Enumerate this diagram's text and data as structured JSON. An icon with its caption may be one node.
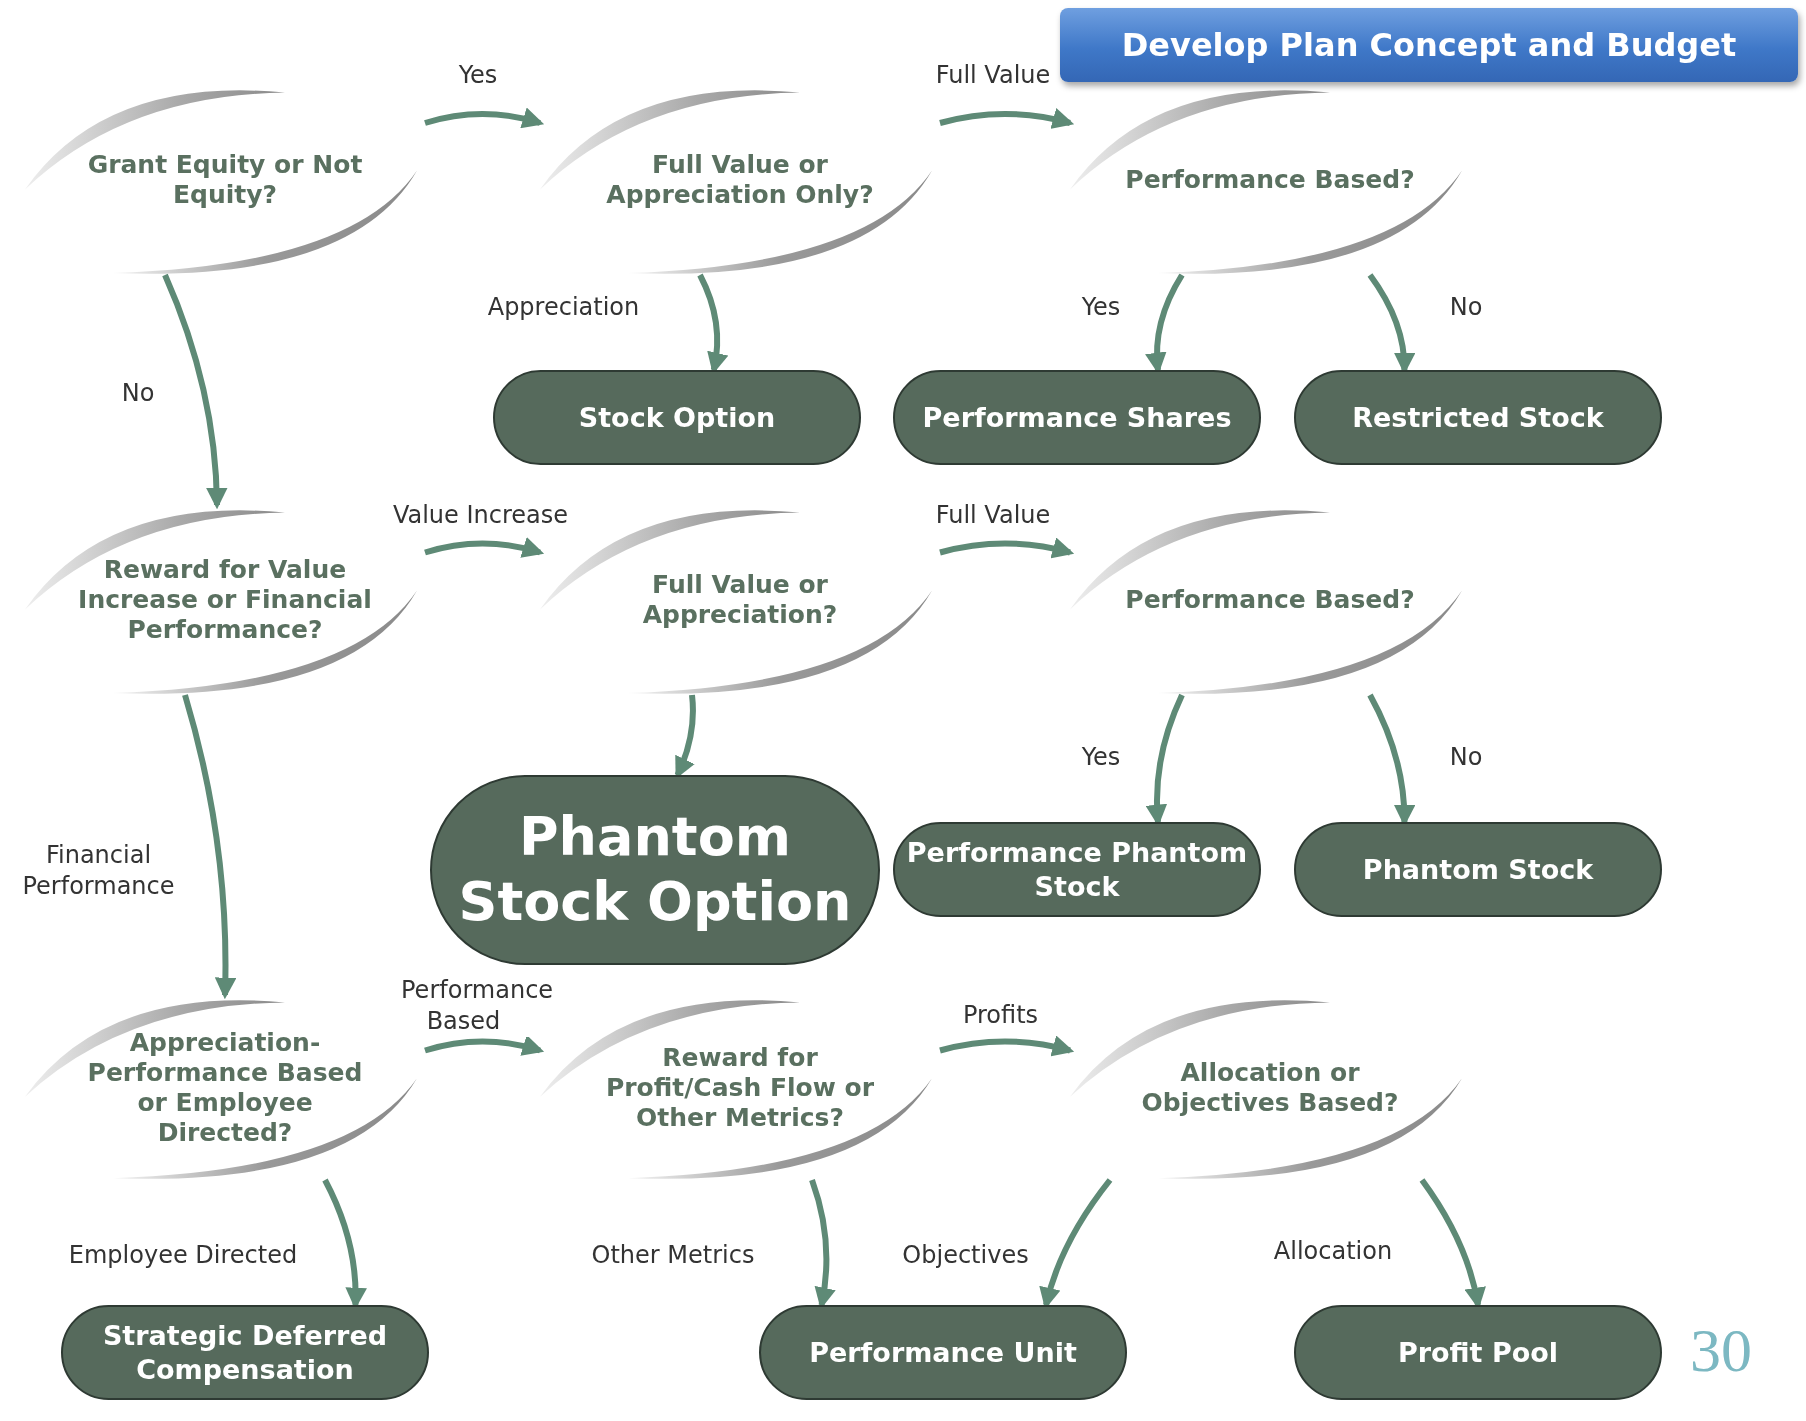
{
  "diagram": {
    "title": "Develop Plan Concept and Budget",
    "nodes": [
      {
        "text": [
          "Grant Equity or Not Equity?"
        ]
      },
      {
        "text": [
          "Full Value or Appreciation Only?"
        ]
      },
      {
        "text": [
          "Performance Based?"
        ]
      },
      {
        "text": [
          "Stock Option"
        ]
      },
      {
        "text": [
          "Performance Shares"
        ]
      },
      {
        "text": [
          "Restricted Stock"
        ]
      },
      {
        "text": [
          "Reward for Value Increase or Financial Performance?"
        ]
      },
      {
        "text": [
          "Full Value or Appreciation?"
        ]
      },
      {
        "text": [
          "Performance Based?"
        ]
      },
      {
        "text": [
          "Phantom Stock Option"
        ]
      },
      {
        "text": [
          "Performance Phantom Stock"
        ]
      },
      {
        "text": [
          "Phantom Stock"
        ]
      },
      {
        "text": [
          "Appreciation-Performance Based or Employee Directed?"
        ]
      },
      {
        "text": [
          "Reward for Profit/Cash Flow or Other Metrics?"
        ]
      },
      {
        "text": [
          "Allocation or Objectives Based?"
        ]
      },
      {
        "text": [
          "Strategic Deferred Compensation"
        ]
      },
      {
        "text": [
          "Performance Unit"
        ]
      },
      {
        "text": [
          "Profit Pool"
        ]
      }
    ],
    "edges": [
      {
        "from": 0,
        "to": 1,
        "arrow": "to",
        "label": "Yes"
      },
      {
        "from": 1,
        "to": 2,
        "arrow": "to",
        "label": "Full Value"
      },
      {
        "from": 1,
        "to": 3,
        "arrow": "to",
        "label": "Appreciation"
      },
      {
        "from": 2,
        "to": 4,
        "arrow": "to",
        "label": "Yes"
      },
      {
        "from": 2,
        "to": 5,
        "arrow": "to",
        "label": "No"
      },
      {
        "from": 0,
        "to": 6,
        "arrow": "to",
        "label": "No"
      },
      {
        "from": 6,
        "to": 7,
        "arrow": "to",
        "label": "Value Increase"
      },
      {
        "from": 7,
        "to": 8,
        "arrow": "to",
        "label": "Full Value"
      },
      {
        "from": 7,
        "to": 9,
        "arrow": "to"
      },
      {
        "from": 8,
        "to": 10,
        "arrow": "to",
        "label": "Yes"
      },
      {
        "from": 8,
        "to": 11,
        "arrow": "to",
        "label": "No"
      },
      {
        "from": 6,
        "to": 12,
        "arrow": "to",
        "label": "Financial Performance"
      },
      {
        "from": 12,
        "to": 13,
        "arrow": "to",
        "label": "Performance Based"
      },
      {
        "from": 13,
        "to": 14,
        "arrow": "to",
        "label": "Profits"
      },
      {
        "from": 12,
        "to": 15,
        "arrow": "to",
        "label": "Employee Directed"
      },
      {
        "from": 13,
        "to": 16,
        "arrow": "to",
        "label": "Other Metrics"
      },
      {
        "from": 14,
        "to": 16,
        "arrow": "to",
        "label": "Objectives"
      },
      {
        "from": 14,
        "to": 17,
        "arrow": "to",
        "label": "Allocation"
      }
    ],
    "labels": [
      "30"
    ]
  }
}
